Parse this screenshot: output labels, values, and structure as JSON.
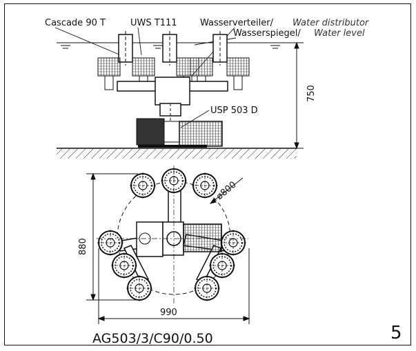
{
  "labels": {
    "cascade": "Cascade 90 T",
    "uws": "UWS T111",
    "distributor_de": "Wasserverteiler/",
    "distributor_en": "Water distributor",
    "level_de": "Wasserspiegel/",
    "level_en": "Water level",
    "pump": "USP 503 D"
  },
  "dimensions": {
    "height": "750",
    "diameter": "ø800",
    "depth": "880",
    "width": "990"
  },
  "model_code": "AG503/3/C90/0.50",
  "page_number": "5"
}
